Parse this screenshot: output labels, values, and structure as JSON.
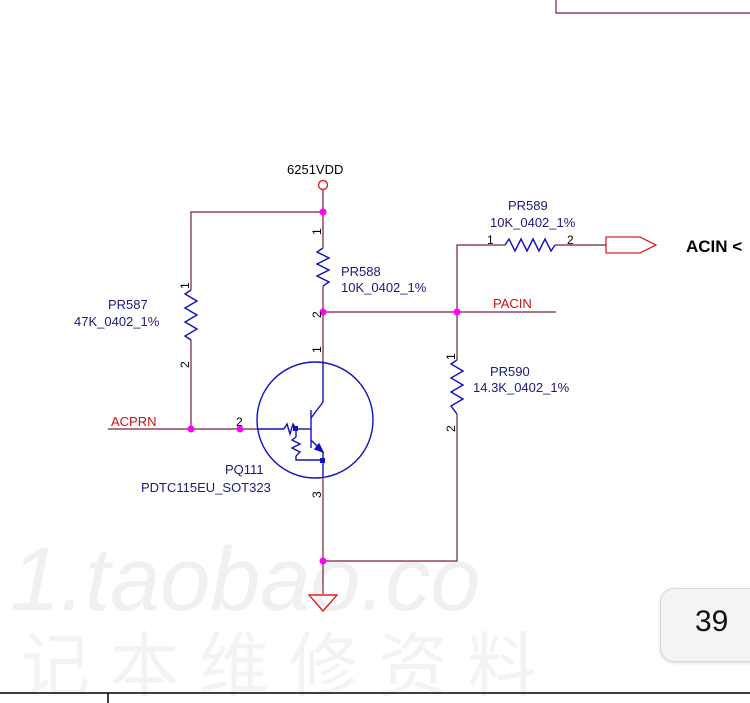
{
  "watermark": {
    "line1": "1.taobao.co",
    "line2": "记 本 维 修 资 料"
  },
  "power": {
    "rail": "6251VDD"
  },
  "nets": {
    "acprn": "ACPRN",
    "pacin": "PACIN",
    "acin": "ACIN <"
  },
  "components": {
    "pr587": {
      "ref": "PR587",
      "value": "47K_0402_1%",
      "pin1": "1",
      "pin2": "2"
    },
    "pr588": {
      "ref": "PR588",
      "value": "10K_0402_1%",
      "pin1": "1",
      "pin2": "2"
    },
    "pr589": {
      "ref": "PR589",
      "value": "10K_0402_1%",
      "pin1": "1",
      "pin2": "2"
    },
    "pr590": {
      "ref": "PR590",
      "value": "14.3K_0402_1%",
      "pin1": "1",
      "pin2": "2"
    },
    "pq111": {
      "ref": "PQ111",
      "part": "PDTC115EU_SOT323",
      "pin1": "1",
      "pin2": "2",
      "pin3": "3"
    }
  },
  "page": {
    "number": "39"
  },
  "colors": {
    "wire": "#7a1f3d",
    "component": "#1010c0",
    "junction": "#ff00ff",
    "net_label": "#cc1111"
  }
}
